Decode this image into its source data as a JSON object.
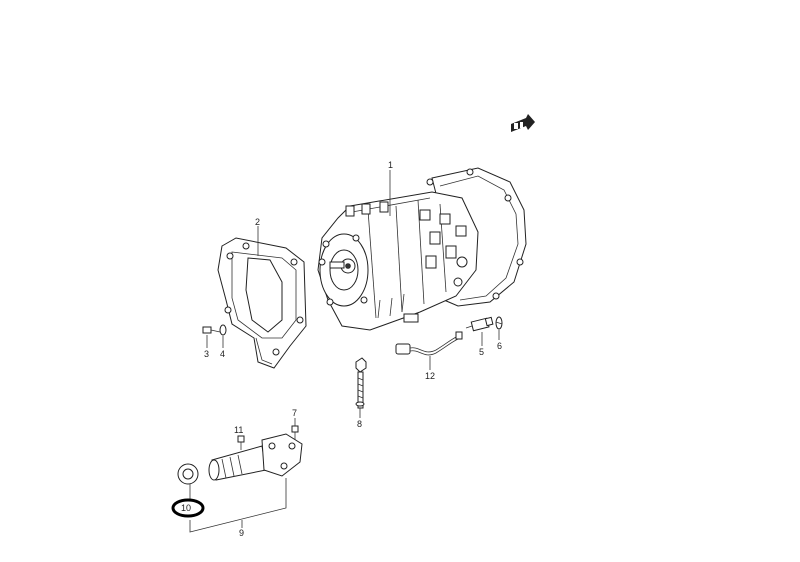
{
  "diagram": {
    "badge_text": "",
    "callouts": {
      "c1": "1",
      "c2": "2",
      "c3": "3",
      "c4": "4",
      "c5": "5",
      "c6": "6",
      "c7": "7",
      "c8": "8",
      "c9": "9",
      "c10": "10",
      "c11": "11",
      "c12": "12"
    },
    "highlighted_callout": "10",
    "highlight_color": "#000000"
  }
}
